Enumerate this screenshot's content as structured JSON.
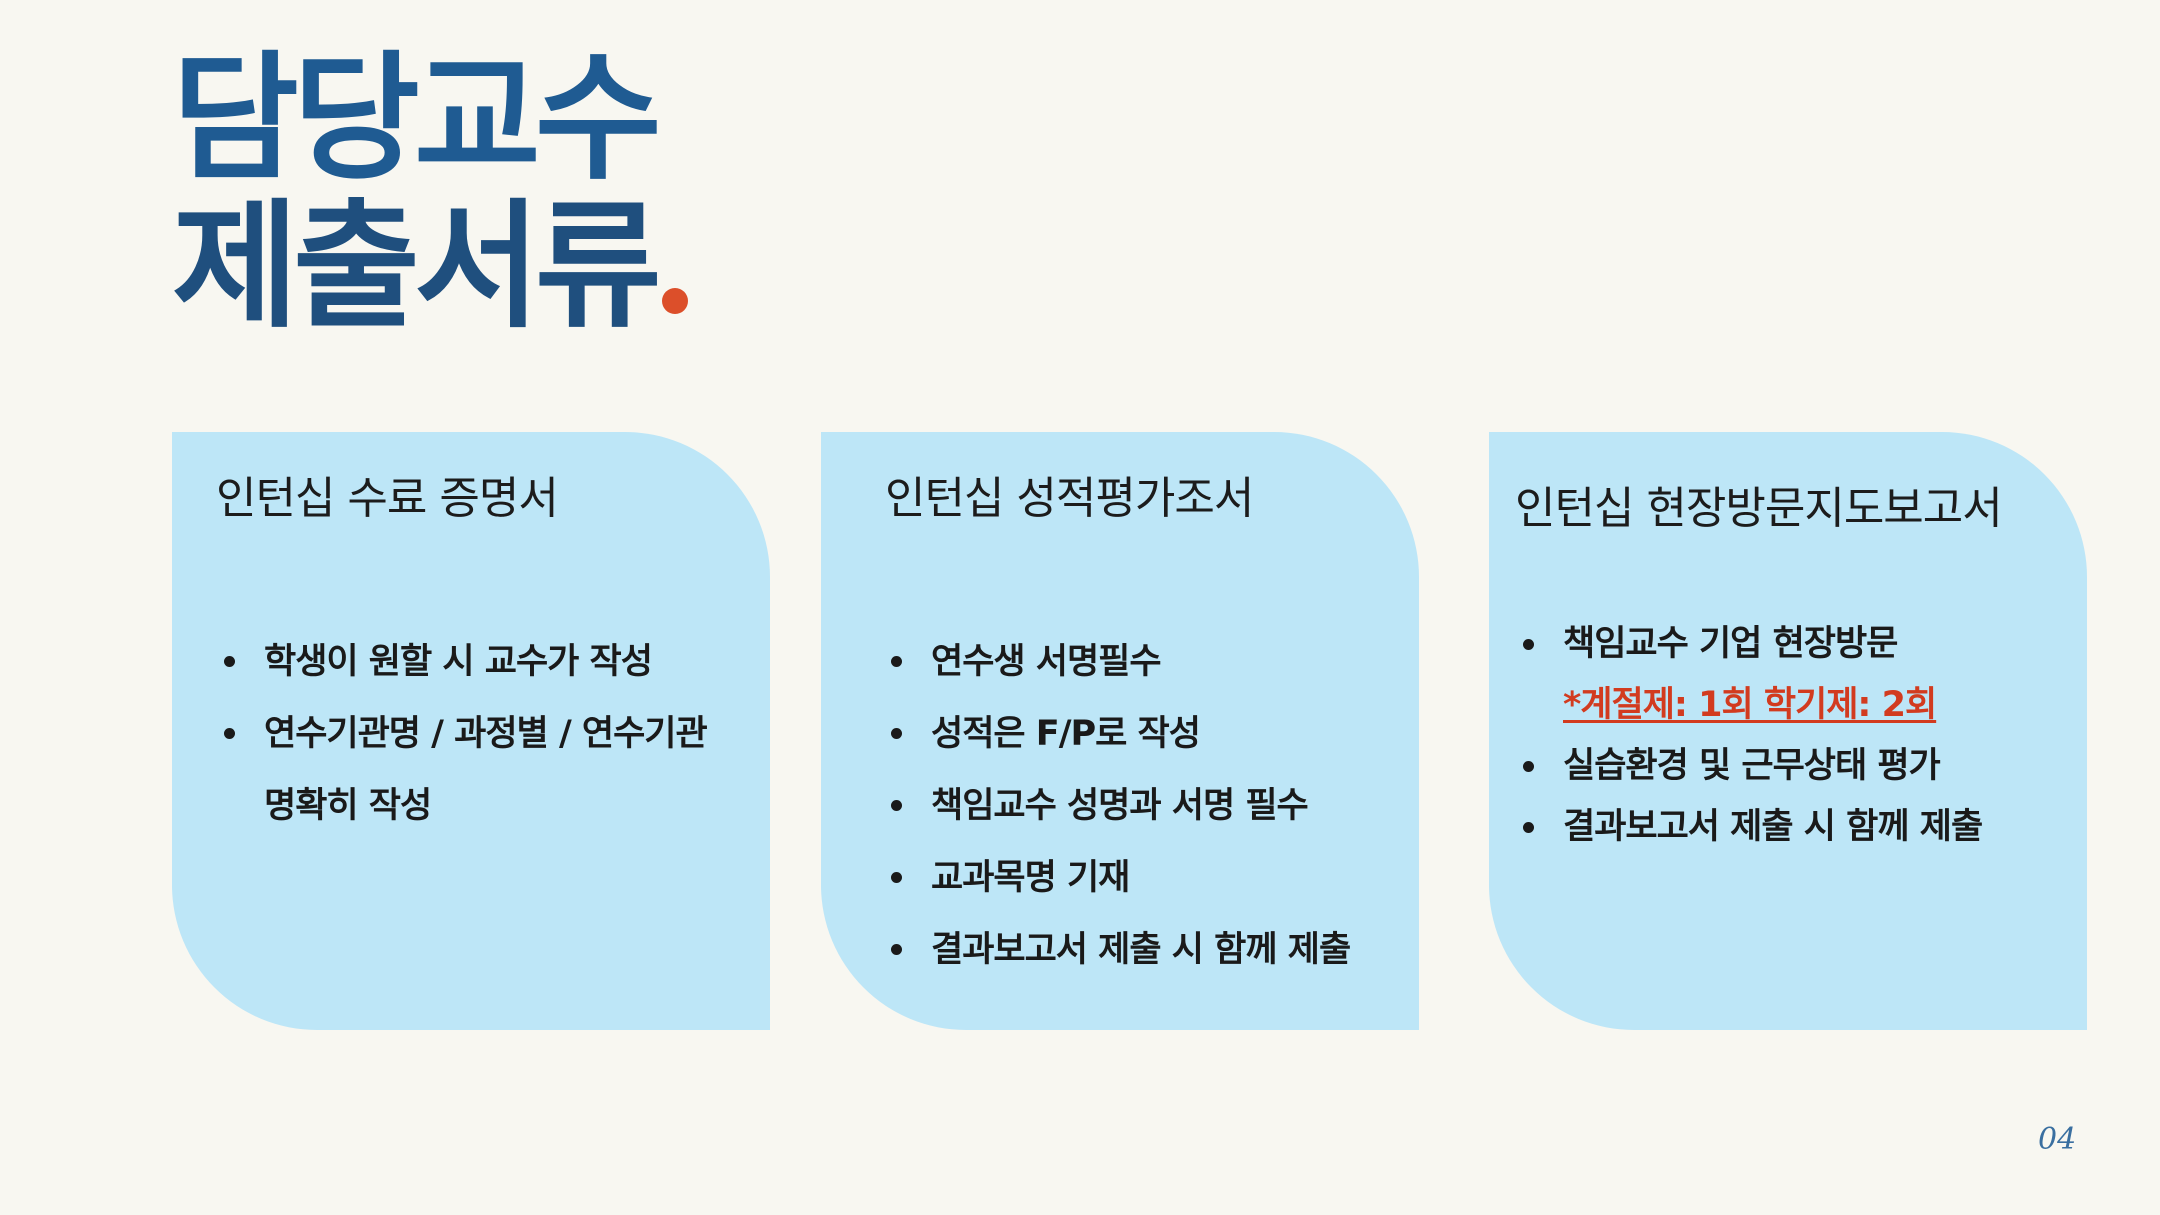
{
  "title": {
    "line1": "담당교수",
    "line2": "제출서류",
    "primary_color": "#1f5b92",
    "accent_dot_color": "#dc4f2a"
  },
  "card_color": "#bde6f7",
  "cards": [
    {
      "title": "인턴십 수료 증명서",
      "items": [
        "학생이 원할 시 교수가 작성",
        "연수기관명 / 과정별 / 연수기관",
        "명확히 작성"
      ]
    },
    {
      "title": "인턴십 성적평가조서",
      "items": [
        "연수생 서명필수",
        "성적은 F/P로 작성",
        "책임교수 성명과 서명 필수",
        "교과목명 기재",
        "결과보고서 제출 시 함께 제출"
      ]
    },
    {
      "title": "인턴십 현장방문지도보고서",
      "items": [
        "책임교수 기업 현장방문",
        "실습환경 및 근무상태 평가",
        "결과보고서 제출 시 함께 제출"
      ],
      "note": "*계절제: 1회 학기제: 2회",
      "note_color": "#d23b1f"
    }
  ],
  "page_number": "04"
}
